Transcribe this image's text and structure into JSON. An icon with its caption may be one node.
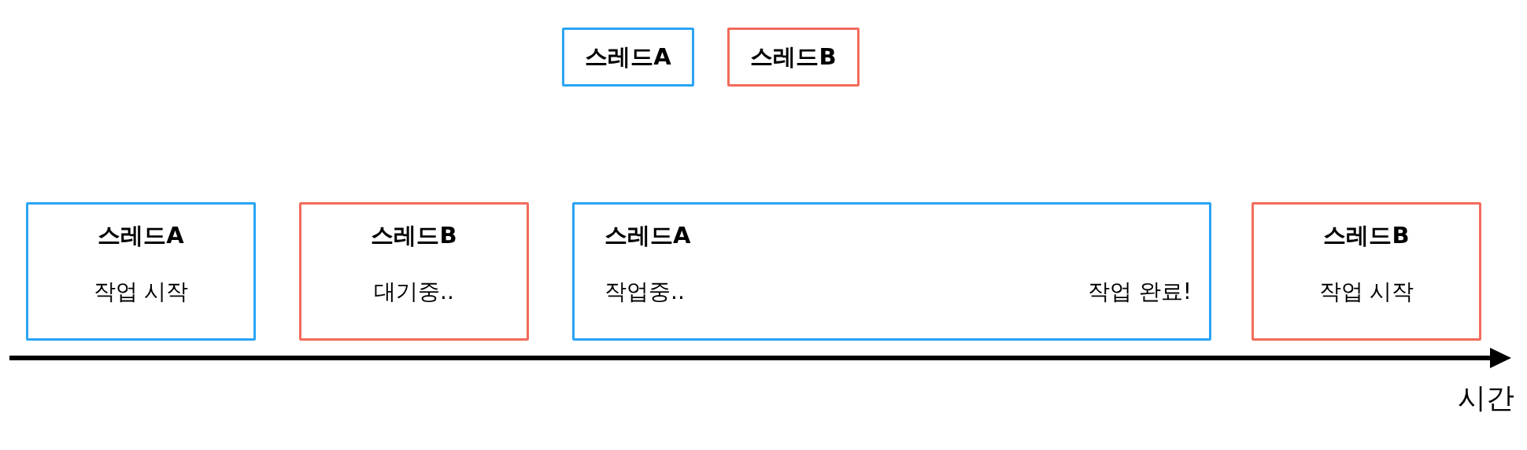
{
  "diagram": {
    "nodes": [
      {
        "text": [
          "스레드A"
        ]
      },
      {
        "text": [
          "스레드B"
        ]
      },
      {
        "text": [
          "스레드A",
          "작업 시작"
        ]
      },
      {
        "text": [
          "스레드B",
          "대기중.."
        ]
      },
      {
        "text": [
          "스레드A",
          "작업중..",
          "작업 완료!"
        ]
      },
      {
        "text": [
          "스레드B",
          "작업 시작"
        ]
      }
    ],
    "labels": [
      "시간"
    ]
  }
}
